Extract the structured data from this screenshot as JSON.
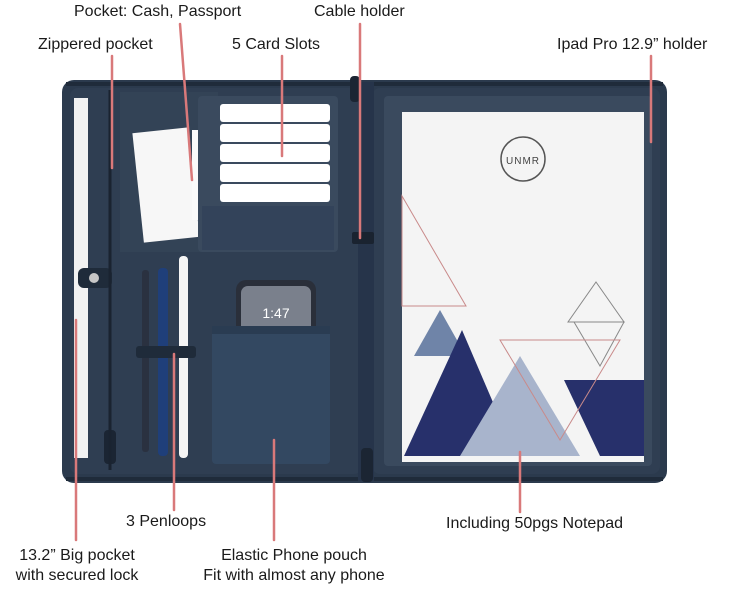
{
  "labels": {
    "pocket_cash_passport": "Pocket: Cash, Passport",
    "cable_holder": "Cable holder",
    "zippered_pocket": "Zippered pocket",
    "card_slots": "5 Card Slots",
    "ipad_holder": "Ipad Pro 12.9” holder",
    "penloops": "3 Penloops",
    "notepad": "Including 50pgs Notepad",
    "big_pocket_line1": "13.2” Big pocket",
    "big_pocket_line2": "with secured lock",
    "phone_pouch_line1": "Elastic Phone pouch",
    "phone_pouch_line2": "Fit with almost any phone"
  },
  "phone": {
    "time": "1:47"
  },
  "logo": {
    "text": "UNMR"
  },
  "colors": {
    "folio": "#2b3a4d",
    "folio_dark": "#1f2b3a",
    "callout_line": "#d9797a",
    "navy": "#27306b",
    "slate": "#6f84a8",
    "pale": "#a8b4cc"
  }
}
